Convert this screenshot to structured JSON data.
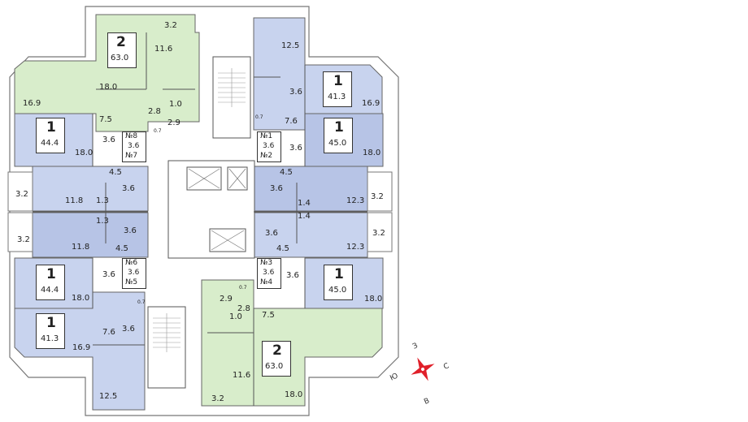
{
  "colors": {
    "apt_blue": "#c8d3ee",
    "apt_blue_dark": "#b7c4e6",
    "apt_green": "#d8edcb",
    "wall": "#555555",
    "compass_red": "#e0202a"
  },
  "apartments": [
    {
      "id": "apt-top-left-2",
      "rooms": "2",
      "area": "63.0"
    },
    {
      "id": "apt-top-right-1",
      "rooms": "1",
      "area": "41.3"
    },
    {
      "id": "apt-left-1a",
      "rooms": "1",
      "area": "44.4"
    },
    {
      "id": "apt-right-1a",
      "rooms": "1",
      "area": "45.0"
    },
    {
      "id": "apt-left-1b",
      "rooms": "1",
      "area": "44.4"
    },
    {
      "id": "apt-right-1b",
      "rooms": "1",
      "area": "45.0"
    },
    {
      "id": "apt-bottom-left-1",
      "rooms": "1",
      "area": "41.3"
    },
    {
      "id": "apt-bottom-right-2",
      "rooms": "2",
      "area": "63.0"
    }
  ],
  "room_areas": {
    "a1": "3.2",
    "a2": "11.6",
    "a3": "18.0",
    "a4": "16.9",
    "a5": "7.5",
    "a6": "2.8",
    "a7": "1.0",
    "a8": "2.9",
    "a9": "0.7",
    "b1": "12.5",
    "b2": "3.6",
    "b3": "16.9",
    "b4": "7.6",
    "b5": "0.7",
    "c1": "18.0",
    "c2": "3.6",
    "c3": "4.5",
    "c4": "3.2",
    "c5": "11.8",
    "c6": "1.3",
    "c7": "3.6",
    "d1": "3.6",
    "d2": "18.0",
    "d3": "4.5",
    "d4": "3.2",
    "d5": "12.3",
    "d6": "1.4",
    "d7": "3.6",
    "e1": "1.3",
    "e2": "3.6",
    "e3": "3.2",
    "e4": "11.8",
    "e5": "4.5",
    "e6": "3.6",
    "e7": "18.0",
    "f1": "1.4",
    "f2": "3.6",
    "f3": "3.2",
    "f4": "12.3",
    "f5": "4.5",
    "f6": "3.6",
    "f7": "18.0",
    "g1": "0.7",
    "g2": "7.6",
    "g3": "3.6",
    "g4": "16.9",
    "g5": "12.5",
    "h1": "0.7",
    "h2": "2.9",
    "h3": "2.8",
    "h4": "1.0",
    "h5": "7.5",
    "h6": "11.6",
    "h7": "18.0",
    "h8": "3.2"
  },
  "landings": [
    {
      "id": "n8",
      "top": "№8",
      "mid": "3.6",
      "bottom": "№7"
    },
    {
      "id": "n1",
      "top": "№1",
      "mid": "3.6",
      "bottom": "№2"
    },
    {
      "id": "n6",
      "top": "№6",
      "mid": "3.6",
      "bottom": "№5"
    },
    {
      "id": "n3",
      "top": "№3",
      "mid": "3.6",
      "bottom": "№4"
    }
  ],
  "compass": {
    "north": "С",
    "south": "Ю",
    "east": "В",
    "west": "З"
  }
}
